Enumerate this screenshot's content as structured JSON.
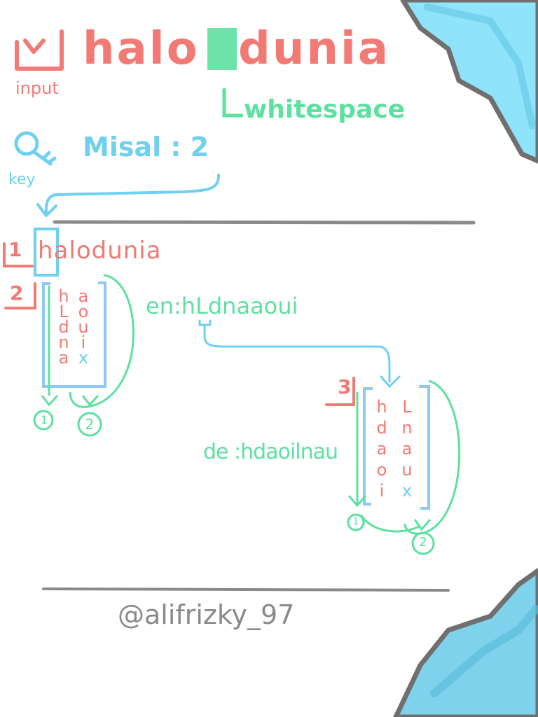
{
  "colors": {
    "red": "#f27a74",
    "green": "#5ee0a0",
    "blue": "#6fd0f0",
    "gray": "#8a8a8a",
    "shard_light": "#8fe3fb",
    "shard_dark": "#62c6e4"
  },
  "icons": {
    "input": "input-tray-icon",
    "key": "key-icon"
  },
  "header": {
    "word_left": "halo",
    "word_right": "dunia",
    "input_label": "input",
    "whitespace_label": "whitespace"
  },
  "key": {
    "example": "Misal : 2",
    "label": "key"
  },
  "steps": {
    "step1_marker": "1",
    "step1_text": "halodunia",
    "step2_marker": "2",
    "rail_col1": [
      "h",
      "L",
      "d",
      "n",
      "a"
    ],
    "rail_col2": [
      "a",
      "o",
      "u",
      "i",
      "x"
    ],
    "circle_1": "1",
    "circle_2": "2",
    "encrypt_text": "en:hLdnaaoui",
    "step3_marker": "3",
    "rail3_col1": [
      "h",
      "d",
      "a",
      "o",
      "i"
    ],
    "rail3_col2": [
      "L",
      "n",
      "a",
      "u",
      "x"
    ],
    "decrypt_text": "de :hdaoilnau",
    "circle3_1": "1",
    "circle3_2": "2"
  },
  "footer": {
    "handle": "@alifrizky_97"
  }
}
